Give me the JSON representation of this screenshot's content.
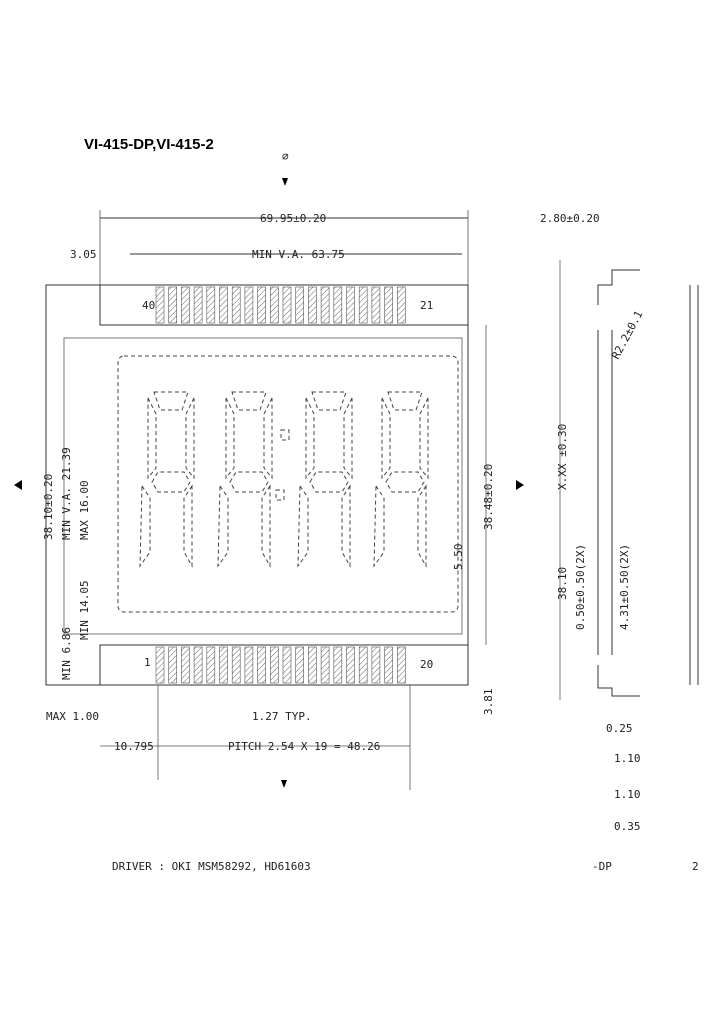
{
  "title": "VI-415-DP,VI-415-2",
  "dimensions": {
    "overall_width": "69.95±0.20",
    "view_area_width": "MIN V.A. 63.75",
    "left_offset": "3.05",
    "height_overall": "38.10±0.20",
    "view_area_height": "MIN V.A. 21.39",
    "digit_height": "MAX 16.00",
    "pin_row_height": "MIN 14.05",
    "bottom_min": "MIN 6.86",
    "pin_span": "38.48±0.20",
    "digit_gap": "5.50",
    "max_margin": "MAX 1.00",
    "pitch_small": "1.27 TYP.",
    "first_pin_offset": "10.795",
    "pitch": "PITCH 2.54 X 19 = 48.26",
    "bottom_margin": "3.81"
  },
  "pins": {
    "top_left": "40",
    "top_right": "21",
    "bottom_left": "1",
    "bottom_right": "20"
  },
  "side_view": {
    "thickness": "2.80±0.20",
    "radius": "R2.2±0.1",
    "height": "38.10",
    "tolerance": "X.XX ±0.30",
    "pin_width": "0.50±0.50(2X)",
    "pin_length": "4.31±0.50(2X)",
    "d1": "0.25",
    "d2": "1.10",
    "d3": "1.10",
    "d4": "0.35"
  },
  "notes": {
    "driver": "DRIVER : OKI MSM58292, HD61603",
    "model": "-DP",
    "page": "2"
  }
}
